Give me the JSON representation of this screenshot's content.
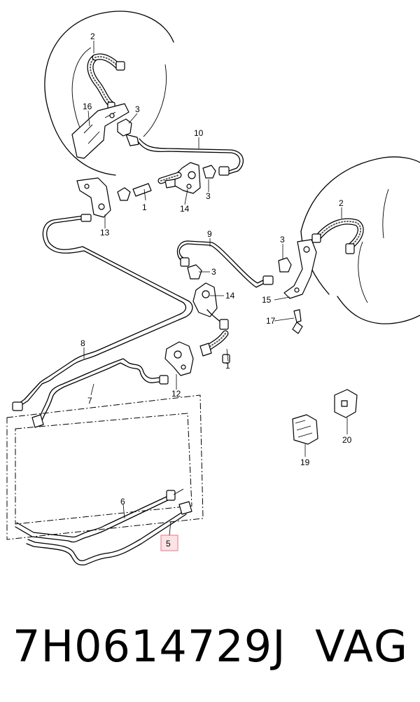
{
  "callouts": {
    "c1a": "1",
    "c1b": "1",
    "c2a": "2",
    "c2b": "2",
    "c3a": "3",
    "c3b": "3",
    "c3c": "3",
    "c3d": "3",
    "c5": "5",
    "c6": "6",
    "c7": "7",
    "c8": "8",
    "c9": "9",
    "c10": "10",
    "c12": "12",
    "c13": "13",
    "c14a": "14",
    "c14b": "14",
    "c15": "15",
    "c16": "16",
    "c17": "17",
    "c19": "19",
    "c20": "20"
  },
  "caption": {
    "part_number": "7H0614729J",
    "brand": "VAG"
  },
  "colors": {
    "highlight_box": "#e89aa6",
    "highlight_fill": "#fbe3e6"
  }
}
